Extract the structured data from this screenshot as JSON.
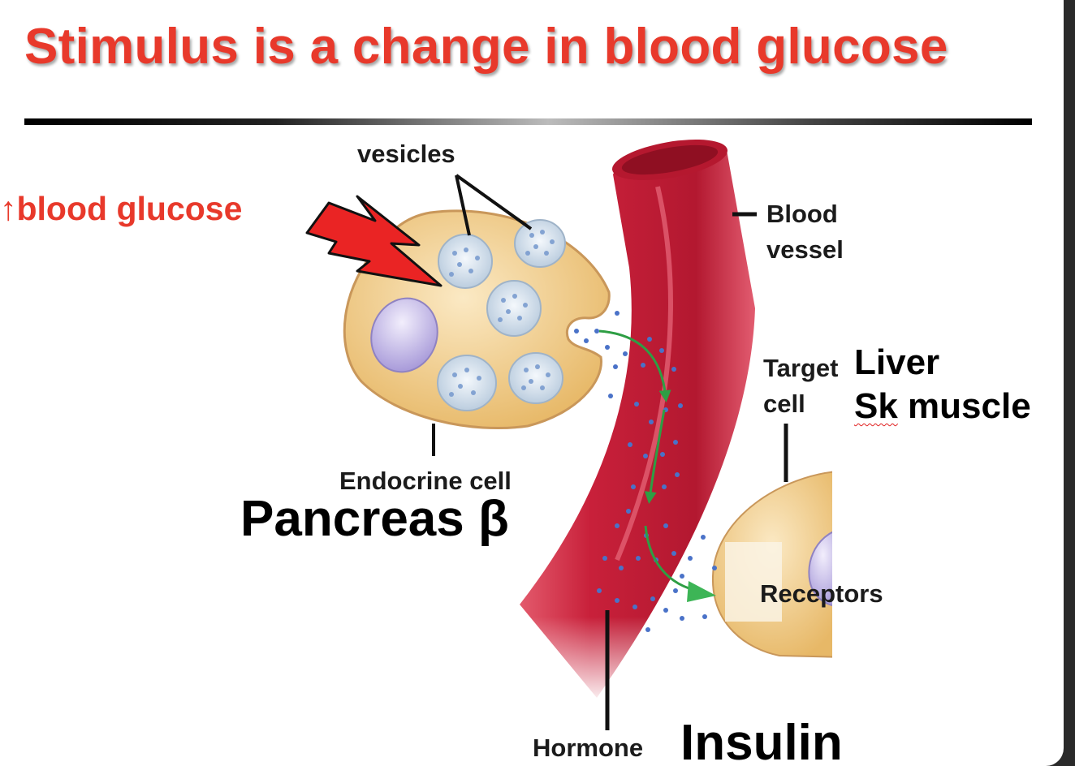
{
  "slide": {
    "title": "Stimulus is a change in blood glucose"
  },
  "labels": {
    "stimulus": "↑blood glucose",
    "vesicles": "vesicles",
    "blood_vessel_line1": "Blood",
    "blood_vessel_line2": "vessel",
    "target_cell_line1": "Target",
    "target_cell_line2": "cell",
    "endocrine_cell": "Endocrine cell",
    "receptors": "Receptors",
    "hormone": "Hormone"
  },
  "annotations": {
    "pancreas": "Pancreas β",
    "insulin": "Insulin",
    "target_organ_1": "Liver",
    "target_organ_2_prefix": "Sk",
    "target_organ_2_rest": " muscle"
  },
  "colors": {
    "title_red": "#e8392b",
    "blood_red": "#c8203a",
    "cell_fill": "#f5d9a0",
    "arrow_green": "#2e9e44",
    "hormone_dot": "#4a72c8"
  }
}
